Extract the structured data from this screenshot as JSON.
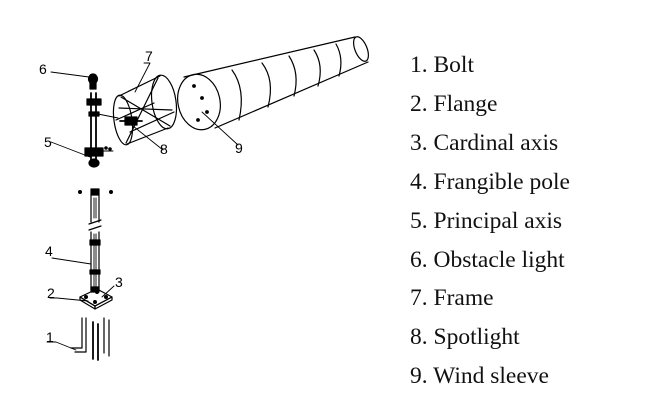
{
  "callouts": [
    "1",
    "2",
    "3",
    "4",
    "5",
    "6",
    "7",
    "8",
    "9"
  ],
  "legend": [
    {
      "number": "1.",
      "label": "Bolt"
    },
    {
      "number": "2.",
      "label": "Flange"
    },
    {
      "number": "3.",
      "label": "Cardinal axis"
    },
    {
      "number": "4.",
      "label": "Frangible pole"
    },
    {
      "number": "5.",
      "label": "Principal axis"
    },
    {
      "number": "6.",
      "label": "Obstacle light"
    },
    {
      "number": "7.",
      "label": "Frame"
    },
    {
      "number": "8.",
      "label": "Spotlight"
    },
    {
      "number": "9.",
      "label": "Wind sleeve"
    }
  ]
}
